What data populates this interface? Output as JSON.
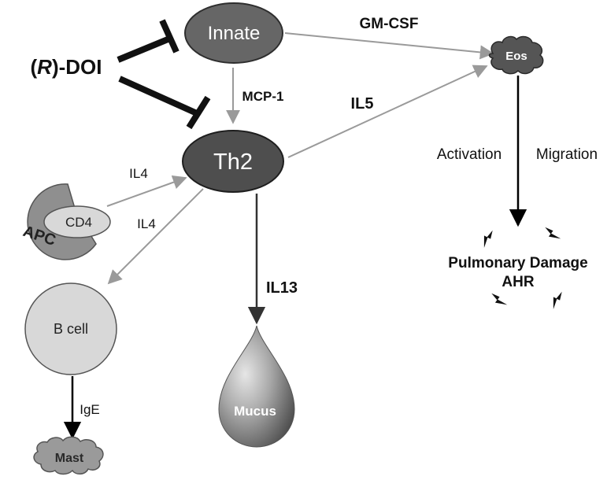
{
  "nodes": {
    "innate": "Innate",
    "th2": "Th2",
    "eos": "Eos",
    "apc": "APC",
    "cd4": "CD4",
    "bcell": "B cell",
    "mast": "Mast",
    "mucus": "Mucus",
    "doi_prefix": "(",
    "doi_r": "R",
    "doi_suffix": ")-DOI"
  },
  "edge_labels": {
    "gmcsf": "GM-CSF",
    "mcp1": "MCP-1",
    "il5": "IL5",
    "il4_top": "IL4",
    "il4_bottom": "IL4",
    "il13": "IL13",
    "ige": "IgE",
    "activation": "Activation",
    "migration": "Migration"
  },
  "outcome": {
    "line1": "Pulmonary Damage",
    "line2": "AHR"
  }
}
